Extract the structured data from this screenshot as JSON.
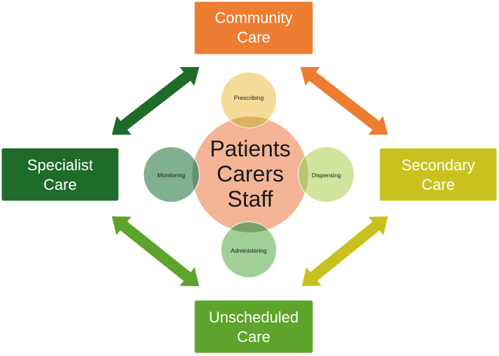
{
  "boxes": {
    "community": {
      "line1": "Community",
      "line2": "Care",
      "color": "#ed7d31"
    },
    "specialist": {
      "line1": "Specialist",
      "line2": "Care",
      "color": "#1e6b2a"
    },
    "secondary": {
      "line1": "Secondary",
      "line2": "Care",
      "color": "#c9c21e"
    },
    "unscheduled": {
      "line1": "Unscheduled",
      "line2": "Care",
      "color": "#5ea32b"
    }
  },
  "center": {
    "line1": "Patients",
    "line2": "Carers",
    "line3": "Staff",
    "color": "#f4b496"
  },
  "satellites": {
    "top": {
      "label": "Prescribing",
      "color": "#f2d68a"
    },
    "left": {
      "label": "Monitoring",
      "color": "#6fa57e"
    },
    "right": {
      "label": "Dispensing",
      "color": "#c9e08f"
    },
    "bottom": {
      "label": "Administering",
      "color": "#93c98a"
    }
  },
  "arrows": {
    "top_left": {
      "color": "#1e6b2a"
    },
    "top_right": {
      "color": "#ed7d31"
    },
    "bottom_left": {
      "color": "#5ea32b"
    },
    "bottom_right": {
      "color": "#c9c21e"
    }
  }
}
